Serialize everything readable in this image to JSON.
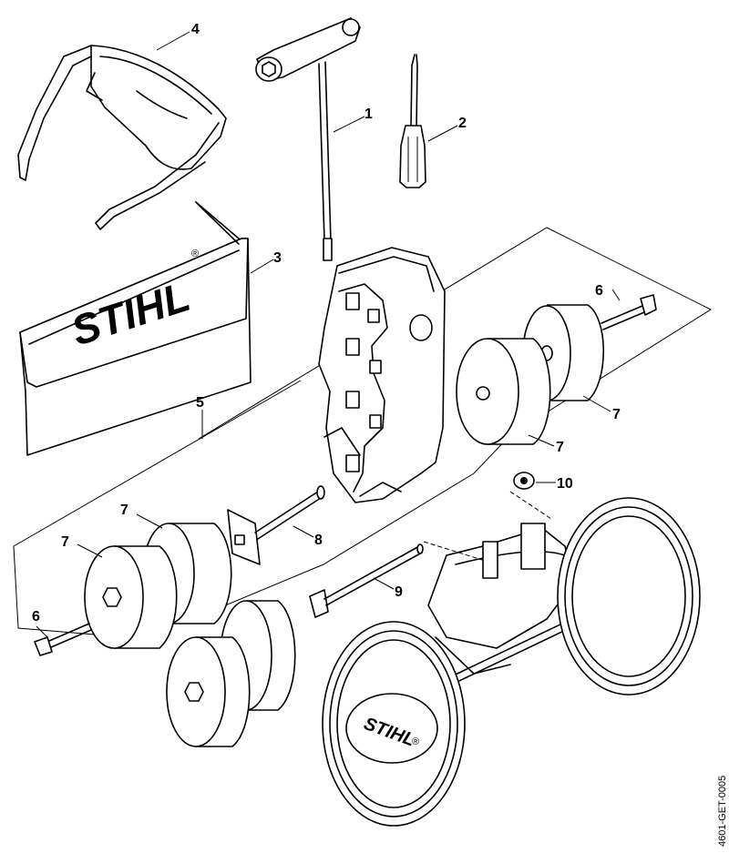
{
  "callouts": {
    "c1": "1",
    "c2": "2",
    "c3": "3",
    "c4": "4",
    "c5": "5",
    "c6a": "6",
    "c6b": "6",
    "c7a": "7",
    "c7b": "7",
    "c7c": "7",
    "c7d": "7",
    "c8": "8",
    "c9": "9",
    "c10": "10"
  },
  "branding": {
    "pouch_logo": "STIHL",
    "wheel_logo": "STIHL",
    "registered_mark": "®"
  },
  "drawing_ref": "4601-GET-0005"
}
